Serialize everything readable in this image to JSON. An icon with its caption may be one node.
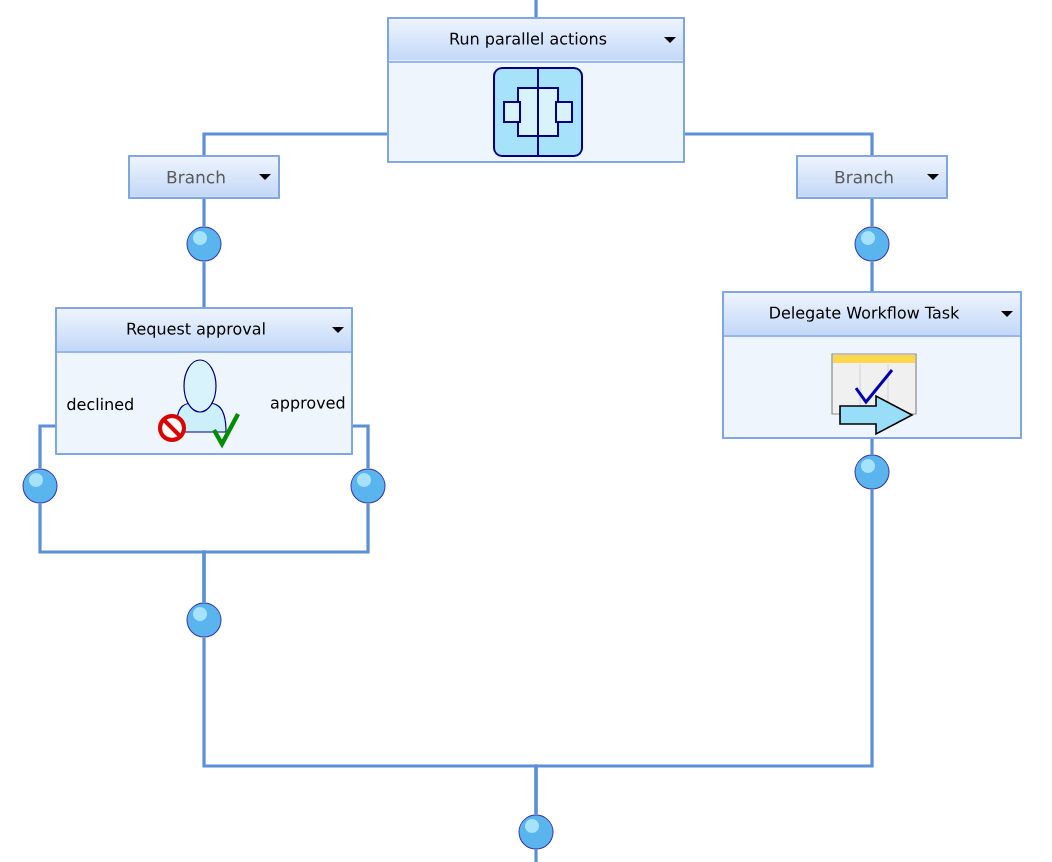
{
  "diagram": {
    "nodes": [
      {
        "text": [
          "Run parallel actions"
        ]
      },
      {
        "text": [
          "Branch"
        ]
      },
      {
        "text": [
          "Branch"
        ]
      },
      {
        "text": [],
        "shape": "circle"
      },
      {
        "text": [],
        "shape": "circle"
      },
      {
        "text": [
          "Request approval",
          "declined",
          "approved"
        ]
      },
      {
        "text": [
          "Delegate Workflow Task"
        ]
      },
      {
        "text": [],
        "shape": "circle"
      },
      {
        "text": [],
        "shape": "circle"
      },
      {
        "text": [],
        "shape": "circle"
      },
      {
        "text": [],
        "shape": "circle"
      },
      {
        "text": [],
        "shape": "circle"
      }
    ],
    "edges": [
      {
        "from": null,
        "to": 0,
        "arrow": "none"
      },
      {
        "from": 0,
        "to": 1,
        "arrow": "none"
      },
      {
        "from": 0,
        "to": 2,
        "arrow": "none"
      },
      {
        "from": 1,
        "to": 3,
        "arrow": "none"
      },
      {
        "from": 2,
        "to": 4,
        "arrow": "none"
      },
      {
        "from": 3,
        "to": 5,
        "arrow": "none"
      },
      {
        "from": 4,
        "to": 6,
        "arrow": "none"
      },
      {
        "from": 5,
        "to": 7,
        "arrow": "none"
      },
      {
        "from": 5,
        "to": 8,
        "arrow": "none"
      },
      {
        "from": 7,
        "to": 9,
        "arrow": "none"
      },
      {
        "from": 8,
        "to": 9,
        "arrow": "none"
      },
      {
        "from": 6,
        "to": 10,
        "arrow": "none"
      },
      {
        "from": 9,
        "to": 11,
        "arrow": "none"
      },
      {
        "from": 10,
        "to": 11,
        "arrow": "none"
      },
      {
        "from": 11,
        "to": null,
        "arrow": "none"
      }
    ]
  }
}
